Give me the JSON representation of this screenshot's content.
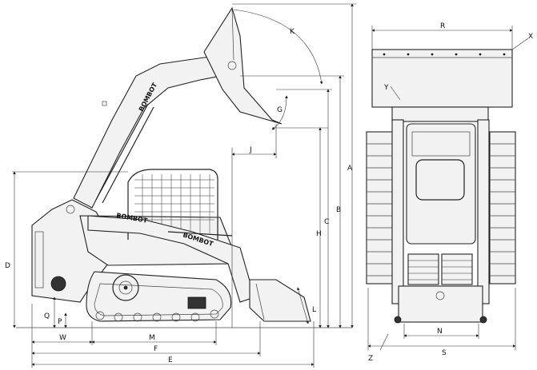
{
  "brand_decals": [
    "BOMBOT",
    "BOMBOT",
    "BOMBOT"
  ],
  "dimension_labels": {
    "A": "A",
    "B": "B",
    "C": "C",
    "D": "D",
    "E": "E",
    "F": "F",
    "G": "G",
    "H": "H",
    "J": "J",
    "K": "K",
    "L": "L",
    "M": "M",
    "N": "N",
    "P": "P",
    "Q": "Q",
    "R": "R",
    "S": "S",
    "W": "W",
    "X": "X",
    "Y": "Y",
    "Z": "Z"
  }
}
